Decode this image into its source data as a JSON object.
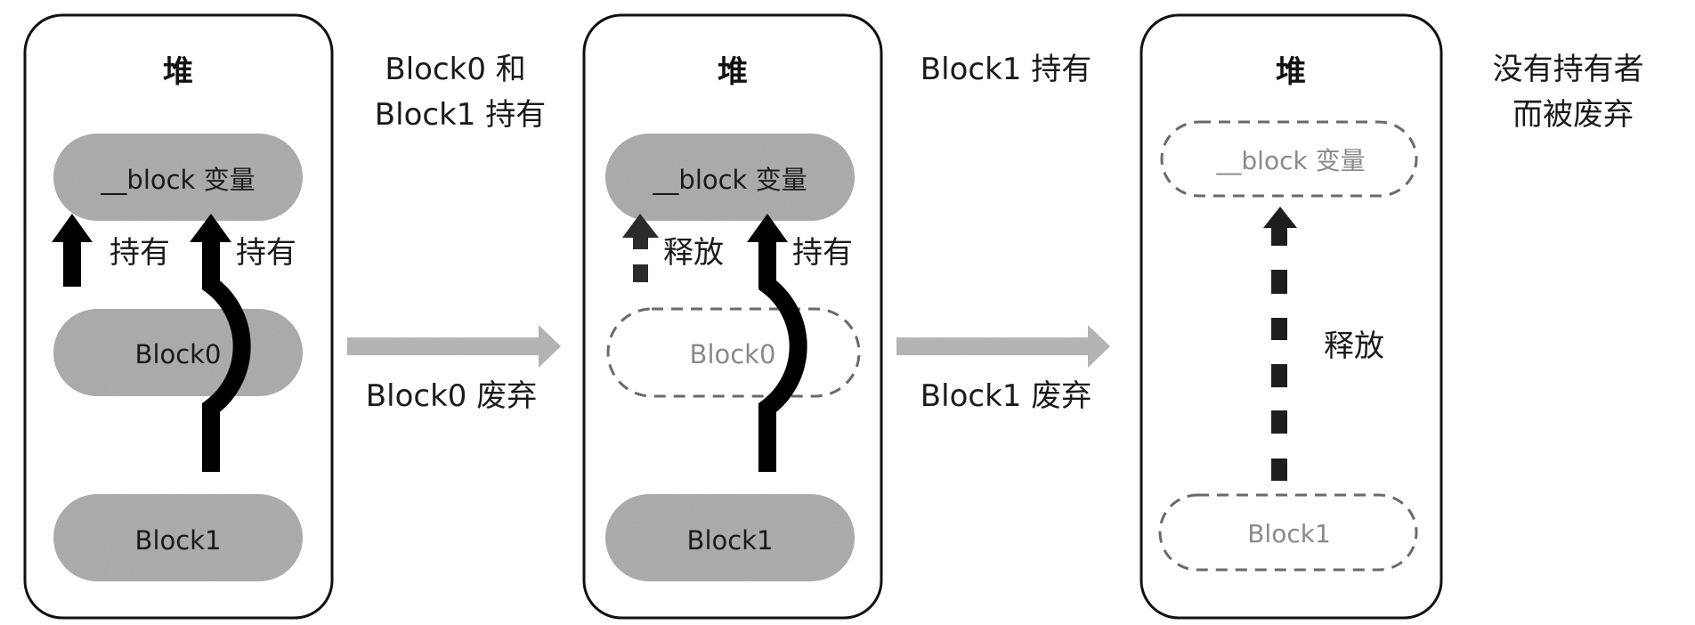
{
  "diagram": {
    "title": "__block 变量 retained by Block0 and Block1, then released",
    "colors": {
      "frame": "#111111",
      "object_fill": "#a9a9a9",
      "object_text": "#1a1a1a",
      "freed_border": "#6a6a6a",
      "freed_text": "#8a8a8a",
      "arrow": "#000000",
      "transition_arrow": "#b3b3b3",
      "label_text": "#1a1a1a"
    },
    "panels": [
      {
        "heading": "堆",
        "objects": [
          {
            "label": "__block 变量",
            "state": "alive"
          },
          {
            "label": "Block0",
            "state": "alive"
          },
          {
            "label": "Block1",
            "state": "alive"
          }
        ],
        "relations": [
          {
            "from": "Block0",
            "to": "__block 变量",
            "label": "持有",
            "style": "solid"
          },
          {
            "from": "Block1",
            "to": "__block 变量",
            "label": "持有",
            "style": "solid"
          }
        ],
        "caption": [
          "Block0 和",
          "Block1 持有"
        ]
      },
      {
        "heading": "堆",
        "objects": [
          {
            "label": "__block 变量",
            "state": "alive"
          },
          {
            "label": "Block0",
            "state": "freed"
          },
          {
            "label": "Block1",
            "state": "alive"
          }
        ],
        "relations": [
          {
            "from": "Block0",
            "to": "__block 变量",
            "label": "释放",
            "style": "dashed"
          },
          {
            "from": "Block1",
            "to": "__block 变量",
            "label": "持有",
            "style": "solid"
          }
        ],
        "caption": [
          "Block1 持有"
        ]
      },
      {
        "heading": "堆",
        "objects": [
          {
            "label": "__block 变量",
            "state": "freed"
          },
          {
            "label": "Block1",
            "state": "freed"
          }
        ],
        "relations": [
          {
            "from": "Block1",
            "to": "__block 变量",
            "label": "释放",
            "style": "dashed"
          }
        ],
        "caption": [
          "没有持有者",
          "而被废弃"
        ]
      }
    ],
    "transitions": [
      {
        "from_panel": 1,
        "to_panel": 2,
        "label": "Block0 废弃"
      },
      {
        "from_panel": 2,
        "to_panel": 3,
        "label": "Block1 废弃"
      }
    ]
  }
}
